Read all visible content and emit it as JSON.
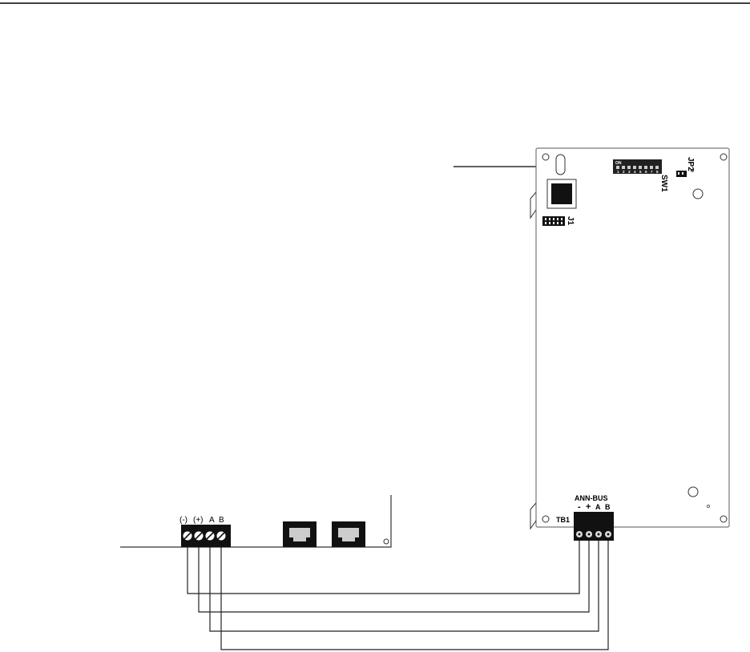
{
  "module": {
    "dip_switch": {
      "on_label": "ON",
      "positions": [
        "1",
        "2",
        "3",
        "4",
        "5",
        "6",
        "7",
        "8"
      ],
      "label": "SW1"
    },
    "jumper_label": "JP2",
    "connector_label": "J1",
    "terminal_block": {
      "label": "TB1",
      "bus_label": "ANN-BUS",
      "pins": [
        "-",
        "+",
        "A",
        "B"
      ]
    }
  },
  "panel": {
    "terminal_labels": [
      "(-)",
      "(+)",
      "A",
      "B"
    ]
  }
}
